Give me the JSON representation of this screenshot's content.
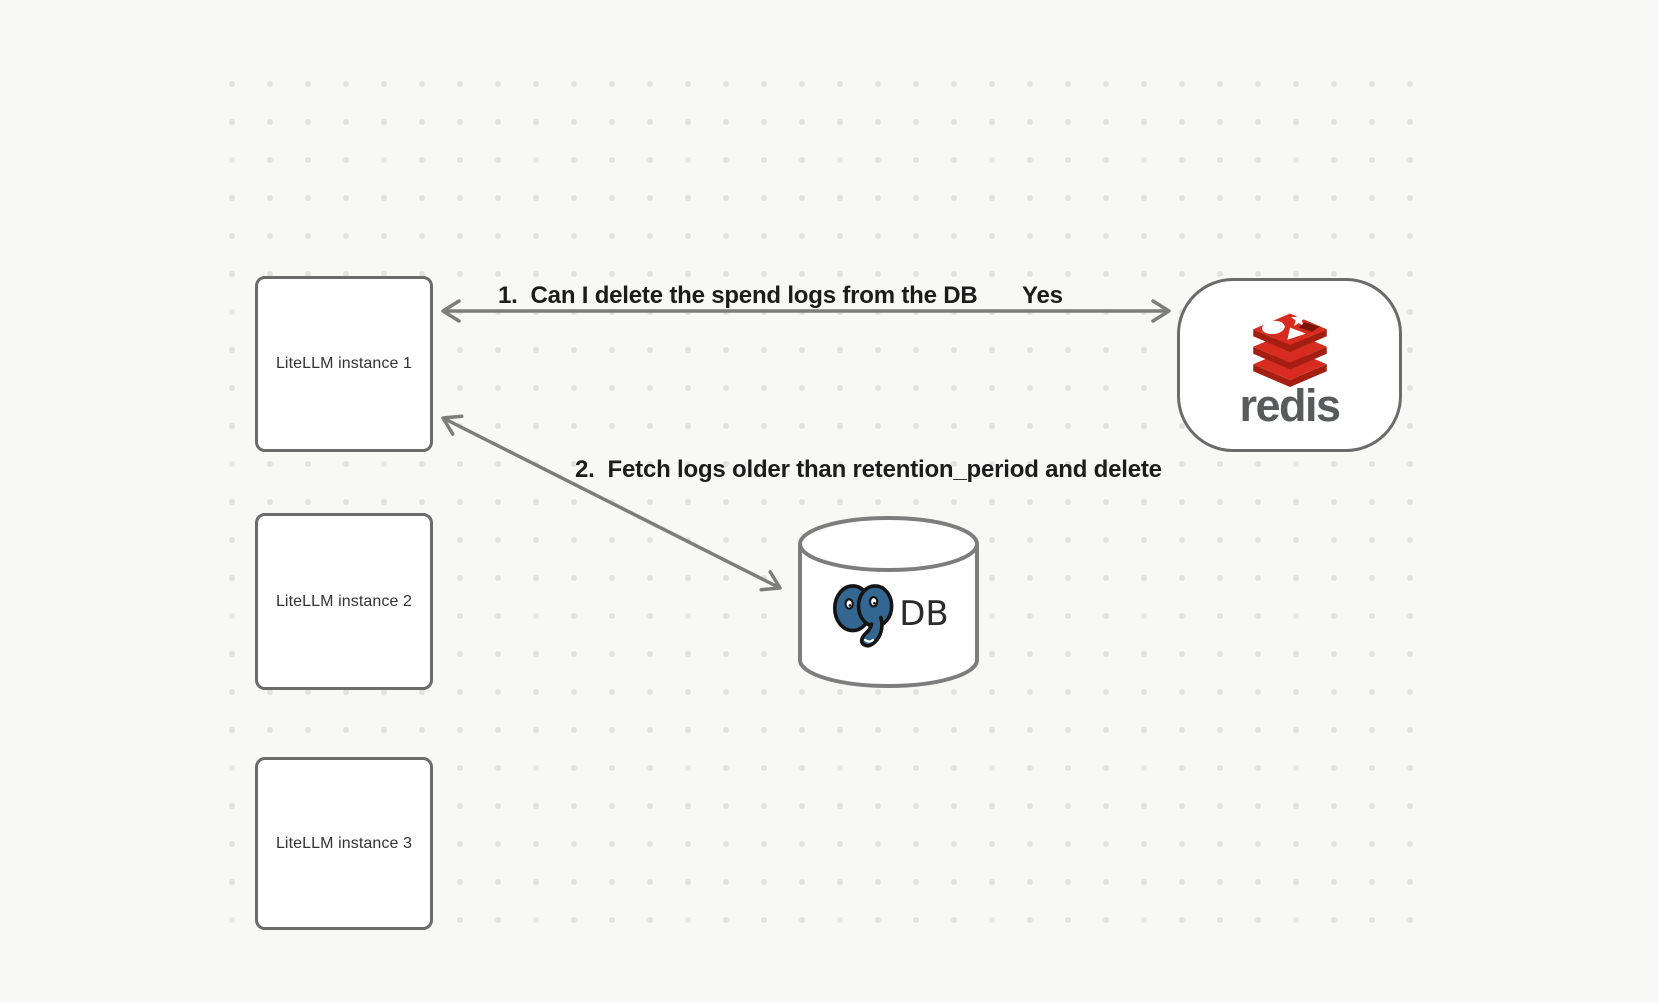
{
  "diagram": {
    "instances": [
      {
        "label": "LiteLLM instance 1"
      },
      {
        "label": "LiteLLM instance 2"
      },
      {
        "label": "LiteLLM instance 3"
      }
    ],
    "redis": {
      "wordmark": "redis"
    },
    "db": {
      "label": "DB"
    },
    "messages": {
      "step1": "1.  Can I delete the spend logs from the DB",
      "step1_response": "Yes",
      "step2": "2.  Fetch logs older than retention_period and delete"
    },
    "colors": {
      "background": "#f8f8f7",
      "grid_dot": "#e3e2e0",
      "node_border": "#6b6b6b",
      "arrow": "#7d7d7d",
      "label_text": "#1c1c1c",
      "redis_red": "#d82c20",
      "redis_dark_red": "#a41e11",
      "redis_wordmark": "#595a5c",
      "postgres_blue": "#336791"
    }
  }
}
